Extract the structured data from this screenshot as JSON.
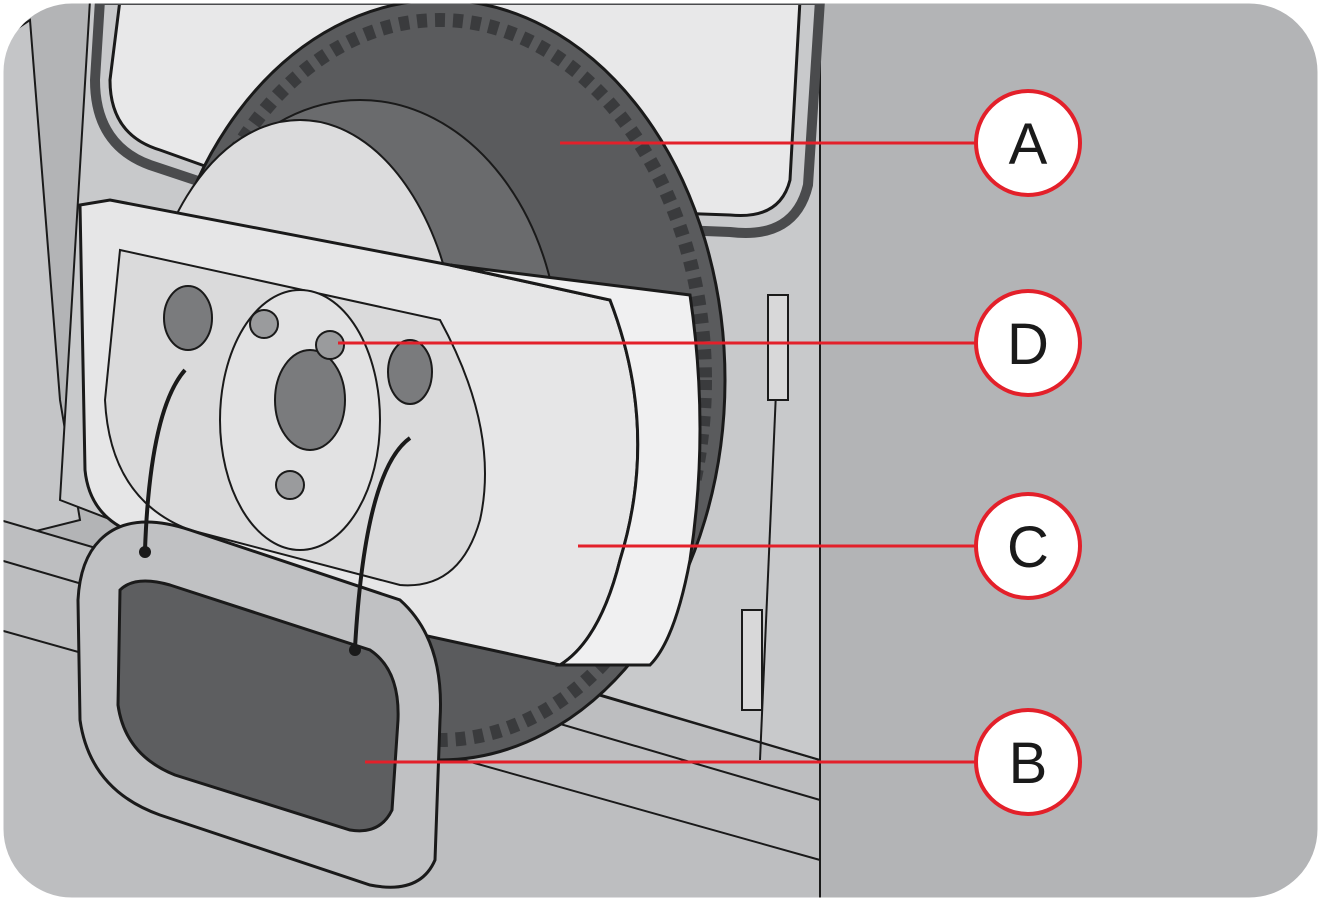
{
  "callouts": [
    {
      "id": "a",
      "letter": "A",
      "part": "spare-tyre"
    },
    {
      "id": "d",
      "letter": "D",
      "part": "wheel-nut"
    },
    {
      "id": "c",
      "letter": "C",
      "part": "wheel-cover"
    },
    {
      "id": "b",
      "letter": "B",
      "part": "access-panel"
    }
  ],
  "colors": {
    "background": "#b3b4b6",
    "body_panel": "#c8c9cb",
    "cover": "#e6e6e7",
    "tyre": "#5a5b5d",
    "tread": "#3a3b3d",
    "callout_red": "#e3202a",
    "outline": "#1a1a1a"
  }
}
